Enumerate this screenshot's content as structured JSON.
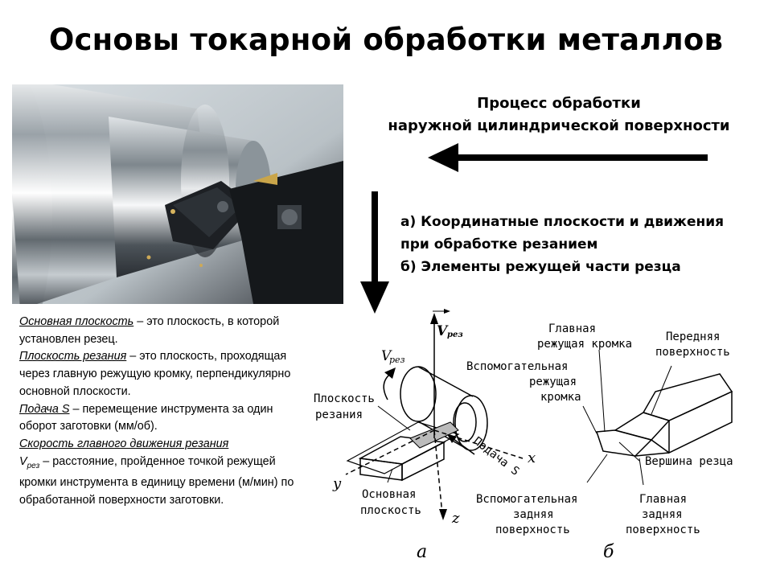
{
  "title": "Основы токарной обработки металлов",
  "process": {
    "line1": "Процесс обработки",
    "line2": "наружной цилиндрической поверхности"
  },
  "legend": {
    "line1": "а) Координатные плоскости и движения",
    "line2": "при обработке резанием",
    "line3": "б) Элементы режущей части резца"
  },
  "definitions": {
    "d1_term": "Основная плоскость",
    "d1_text": " – это плоскость, в которой установлен резец.",
    "d2_term": "Плоскость резания",
    "d2_text": " – это плоскость, проходящая через главную режущую кромку, перпендикулярно основной плоскости.",
    "d3_term": "Подача S",
    "d3_text": " – перемещение инструмента за один оборот заготовки (мм/об).",
    "d4_term": "Скорость главного движения резания",
    "d4_v": "V",
    "d4_sub": "рез",
    "d4_text": " – расстояние, пройденное точкой режущей кромки инструмента в единицу времени (м/мин) по обработанной поверхности заготовки."
  },
  "diagram_a": {
    "v_arrow_label": "V",
    "v_arrow_sub": "рез",
    "v_left_label": "V",
    "v_left_sub": "рез",
    "cutting_plane_1": "Плоскость",
    "cutting_plane_2": "резания",
    "main_plane_1": "Основная",
    "main_plane_2": "плоскость",
    "feed": "Подача S",
    "axis_x": "x",
    "axis_y": "y",
    "axis_z": "z",
    "caption": "а"
  },
  "diagram_b": {
    "main_edge_1": "Главная",
    "main_edge_2": "режущая кромка",
    "front_surface_1": "Передняя",
    "front_surface_2": "поверхность",
    "aux_edge_1": "Вспомогательная",
    "aux_edge_2": "режущая",
    "aux_edge_3": "кромка",
    "tip": "Вершина резца",
    "aux_back_1": "Вспомогательная",
    "aux_back_2": "задняя",
    "aux_back_3": "поверхность",
    "main_back_1": "Главная",
    "main_back_2": "задняя",
    "main_back_3": "поверхность",
    "caption": "б"
  }
}
